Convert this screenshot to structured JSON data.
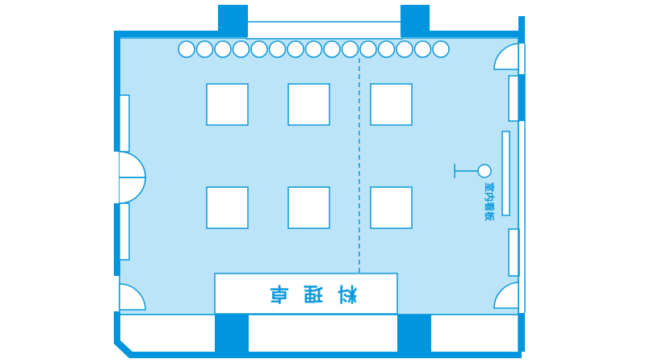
{
  "plan": {
    "counter_label": "料理卓",
    "board_label": "室内看板",
    "colors": {
      "wall": "#0095de",
      "floor": "#bce4f8",
      "outline": "#0a98dc",
      "furniture": "#ffffff"
    },
    "tables": {
      "count": 6
    },
    "chairs": {
      "count": 15
    }
  }
}
